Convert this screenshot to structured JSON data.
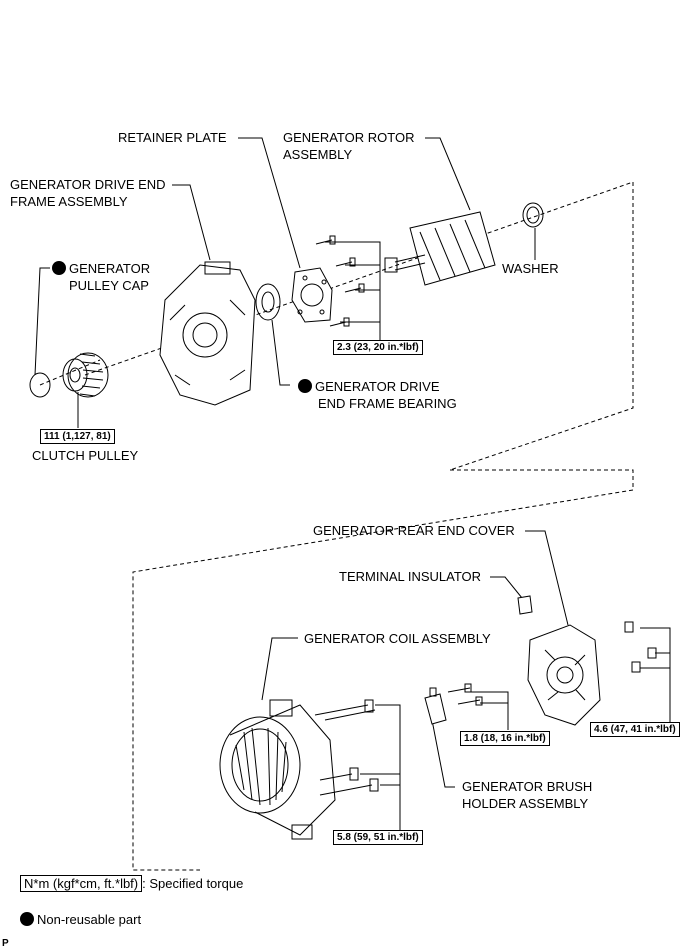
{
  "labels": {
    "retainer_plate": "RETAINER PLATE",
    "rotor_line1": "GENERATOR ROTOR",
    "rotor_line2": "ASSEMBLY",
    "drive_end_frame_line1": "GENERATOR DRIVE END",
    "drive_end_frame_line2": "FRAME ASSEMBLY",
    "pulley_cap_line1": "GENERATOR",
    "pulley_cap_line2": "PULLEY CAP",
    "washer": "WASHER",
    "bearing_line1": "GENERATOR DRIVE",
    "bearing_line2": "END FRAME BEARING",
    "clutch_pulley": "CLUTCH PULLEY",
    "rear_end_cover": "GENERATOR REAR END COVER",
    "terminal_insulator": "TERMINAL INSULATOR",
    "coil_assembly": "GENERATOR COIL ASSEMBLY",
    "brush_holder_line1": "GENERATOR BRUSH",
    "brush_holder_line2": "HOLDER ASSEMBLY"
  },
  "torques": {
    "retainer_plate_bolts": "2.3 (23, 20 in.*lbf)",
    "clutch_pulley": "111 (1,127, 81)",
    "brush_holder_bolts": "1.8 (18, 16 in.*lbf)",
    "rear_cover_nuts": "4.6 (47, 41 in.*lbf)",
    "coil_bolts": "5.8 (59, 51 in.*lbf)"
  },
  "legend": {
    "torque_unit": "N*m (kgf*cm, ft.*lbf)",
    "torque_desc": ": Specified torque",
    "nonreusable": "Non-reusable part"
  },
  "corner_mark": "P"
}
